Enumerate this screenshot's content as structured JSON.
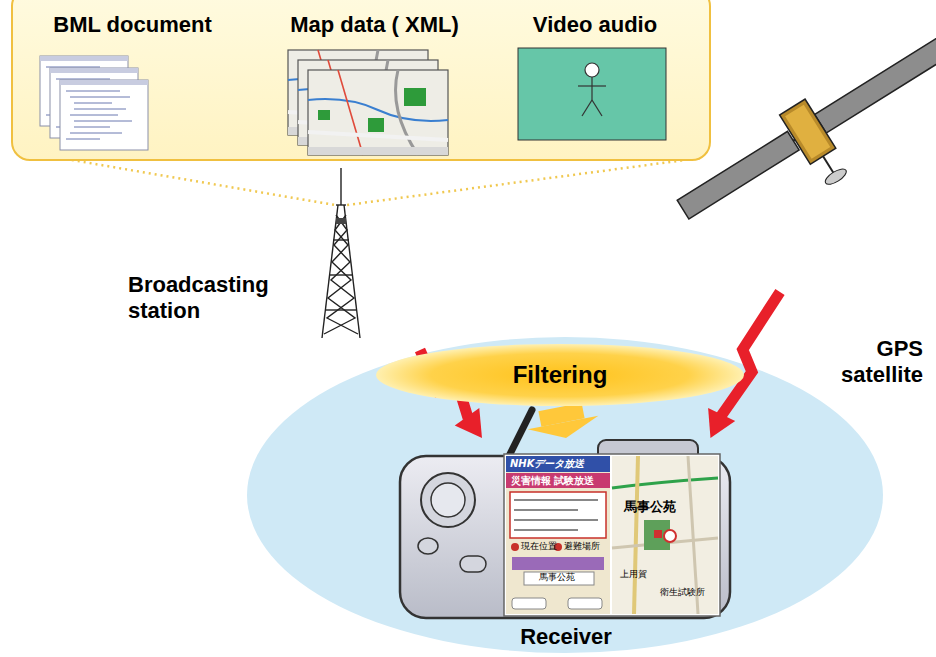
{
  "diagram": {
    "nodes": [
      {
        "text": [
          "BML document"
        ]
      },
      {
        "text": [
          "Map data ( XML)"
        ]
      },
      {
        "text": [
          "Video audio"
        ]
      },
      {
        "text": [
          "Broadcasting station"
        ]
      },
      {
        "text": [
          "GPS satellite"
        ]
      },
      {
        "text": [
          "Filtering"
        ]
      },
      {
        "text": [
          "Receiver"
        ]
      }
    ],
    "edges": [
      {
        "from": 3,
        "to": 6,
        "arrow": "to"
      },
      {
        "from": 4,
        "to": 6,
        "arrow": "to"
      },
      {
        "from": 5,
        "to": 6,
        "arrow": "to"
      }
    ],
    "labels": [
      "NHKデータ放送",
      "災害情報 試験放送",
      "現在位置",
      "避難場所",
      "馬事公苑",
      "馬事公苑",
      "上用賀",
      "衛生試験所"
    ]
  }
}
